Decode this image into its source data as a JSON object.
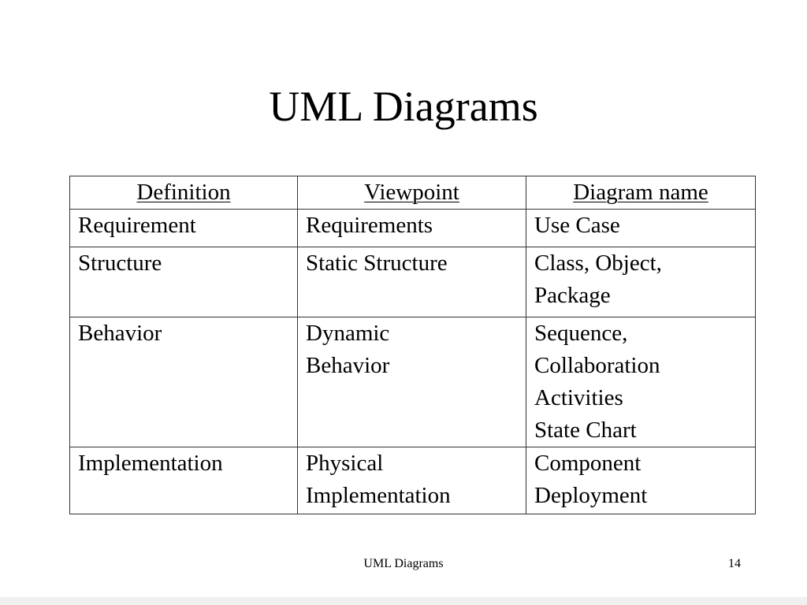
{
  "slide": {
    "title": "UML Diagrams",
    "table": {
      "headers": [
        "Definition",
        "Viewpoint",
        "Diagram name"
      ],
      "rows": [
        [
          "Requirement",
          "Requirements",
          "Use Case"
        ],
        [
          "Structure",
          "Static Structure",
          "Class, Object,\nPackage"
        ],
        [
          "Behavior",
          "Dynamic\nBehavior",
          "Sequence,\nCollaboration\nActivities\nState Chart"
        ],
        [
          "Implementation",
          "Physical\nImplementation",
          "Component\nDeployment"
        ]
      ]
    },
    "footer": {
      "title": "UML Diagrams",
      "page_number": "14"
    }
  }
}
